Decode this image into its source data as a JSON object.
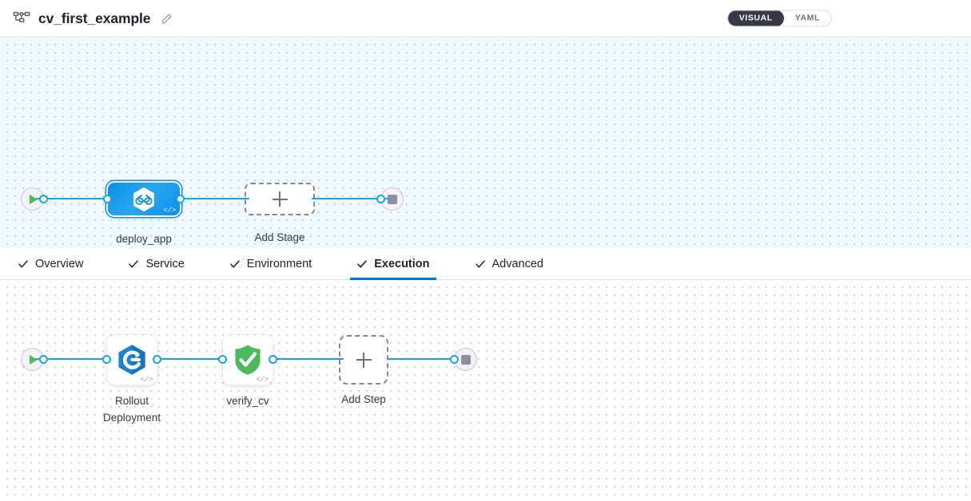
{
  "header": {
    "pipeline_icon": "pipeline-flow-icon",
    "title": "cv_first_example",
    "edit_icon": "pencil-edit-icon",
    "view_toggle": {
      "options": [
        {
          "label": "VISUAL",
          "active": true
        },
        {
          "label": "YAML",
          "active": false
        }
      ]
    }
  },
  "stage_canvas": {
    "start_node": {
      "name": "pipeline-start",
      "icon": "play-icon"
    },
    "stages": [
      {
        "id": "deploy_app",
        "label": "deploy_app",
        "icon": "harness-hexagon-icon",
        "code_glyph": "</>",
        "selected": true,
        "type": "deployment-stage"
      }
    ],
    "add_stage": {
      "label": "Add Stage",
      "icon": "plus-icon"
    },
    "end_node": {
      "name": "pipeline-end",
      "icon": "stop-icon"
    }
  },
  "tabs": [
    {
      "label": "Overview",
      "icon": "check-icon",
      "active": false
    },
    {
      "label": "Service",
      "icon": "check-icon",
      "active": false
    },
    {
      "label": "Environment",
      "icon": "check-icon",
      "active": false
    },
    {
      "label": "Execution",
      "icon": "check-icon",
      "active": true
    },
    {
      "label": "Advanced",
      "icon": "check-icon",
      "active": false
    }
  ],
  "execution_canvas": {
    "start_node": {
      "name": "execution-start",
      "icon": "play-icon"
    },
    "steps": [
      {
        "id": "rollout_deployment",
        "label": "Rollout\nDeployment",
        "icon": "rollout-deployment-icon",
        "code_glyph": "</>"
      },
      {
        "id": "verify_cv",
        "label": "verify_cv",
        "icon": "green-shield-check-icon",
        "code_glyph": "</>"
      }
    ],
    "add_step": {
      "label": "Add Step",
      "icon": "plus-icon"
    },
    "end_node": {
      "name": "execution-end",
      "icon": "stop-icon"
    }
  },
  "colors": {
    "accent_blue": "#0278d5",
    "edge_blue": "#1aa3e8",
    "stage_blue": "#0b8fe8",
    "success_green": "#4dbb5c",
    "toggle_dark": "#383946",
    "canvas_tint": "#eff8fc"
  }
}
